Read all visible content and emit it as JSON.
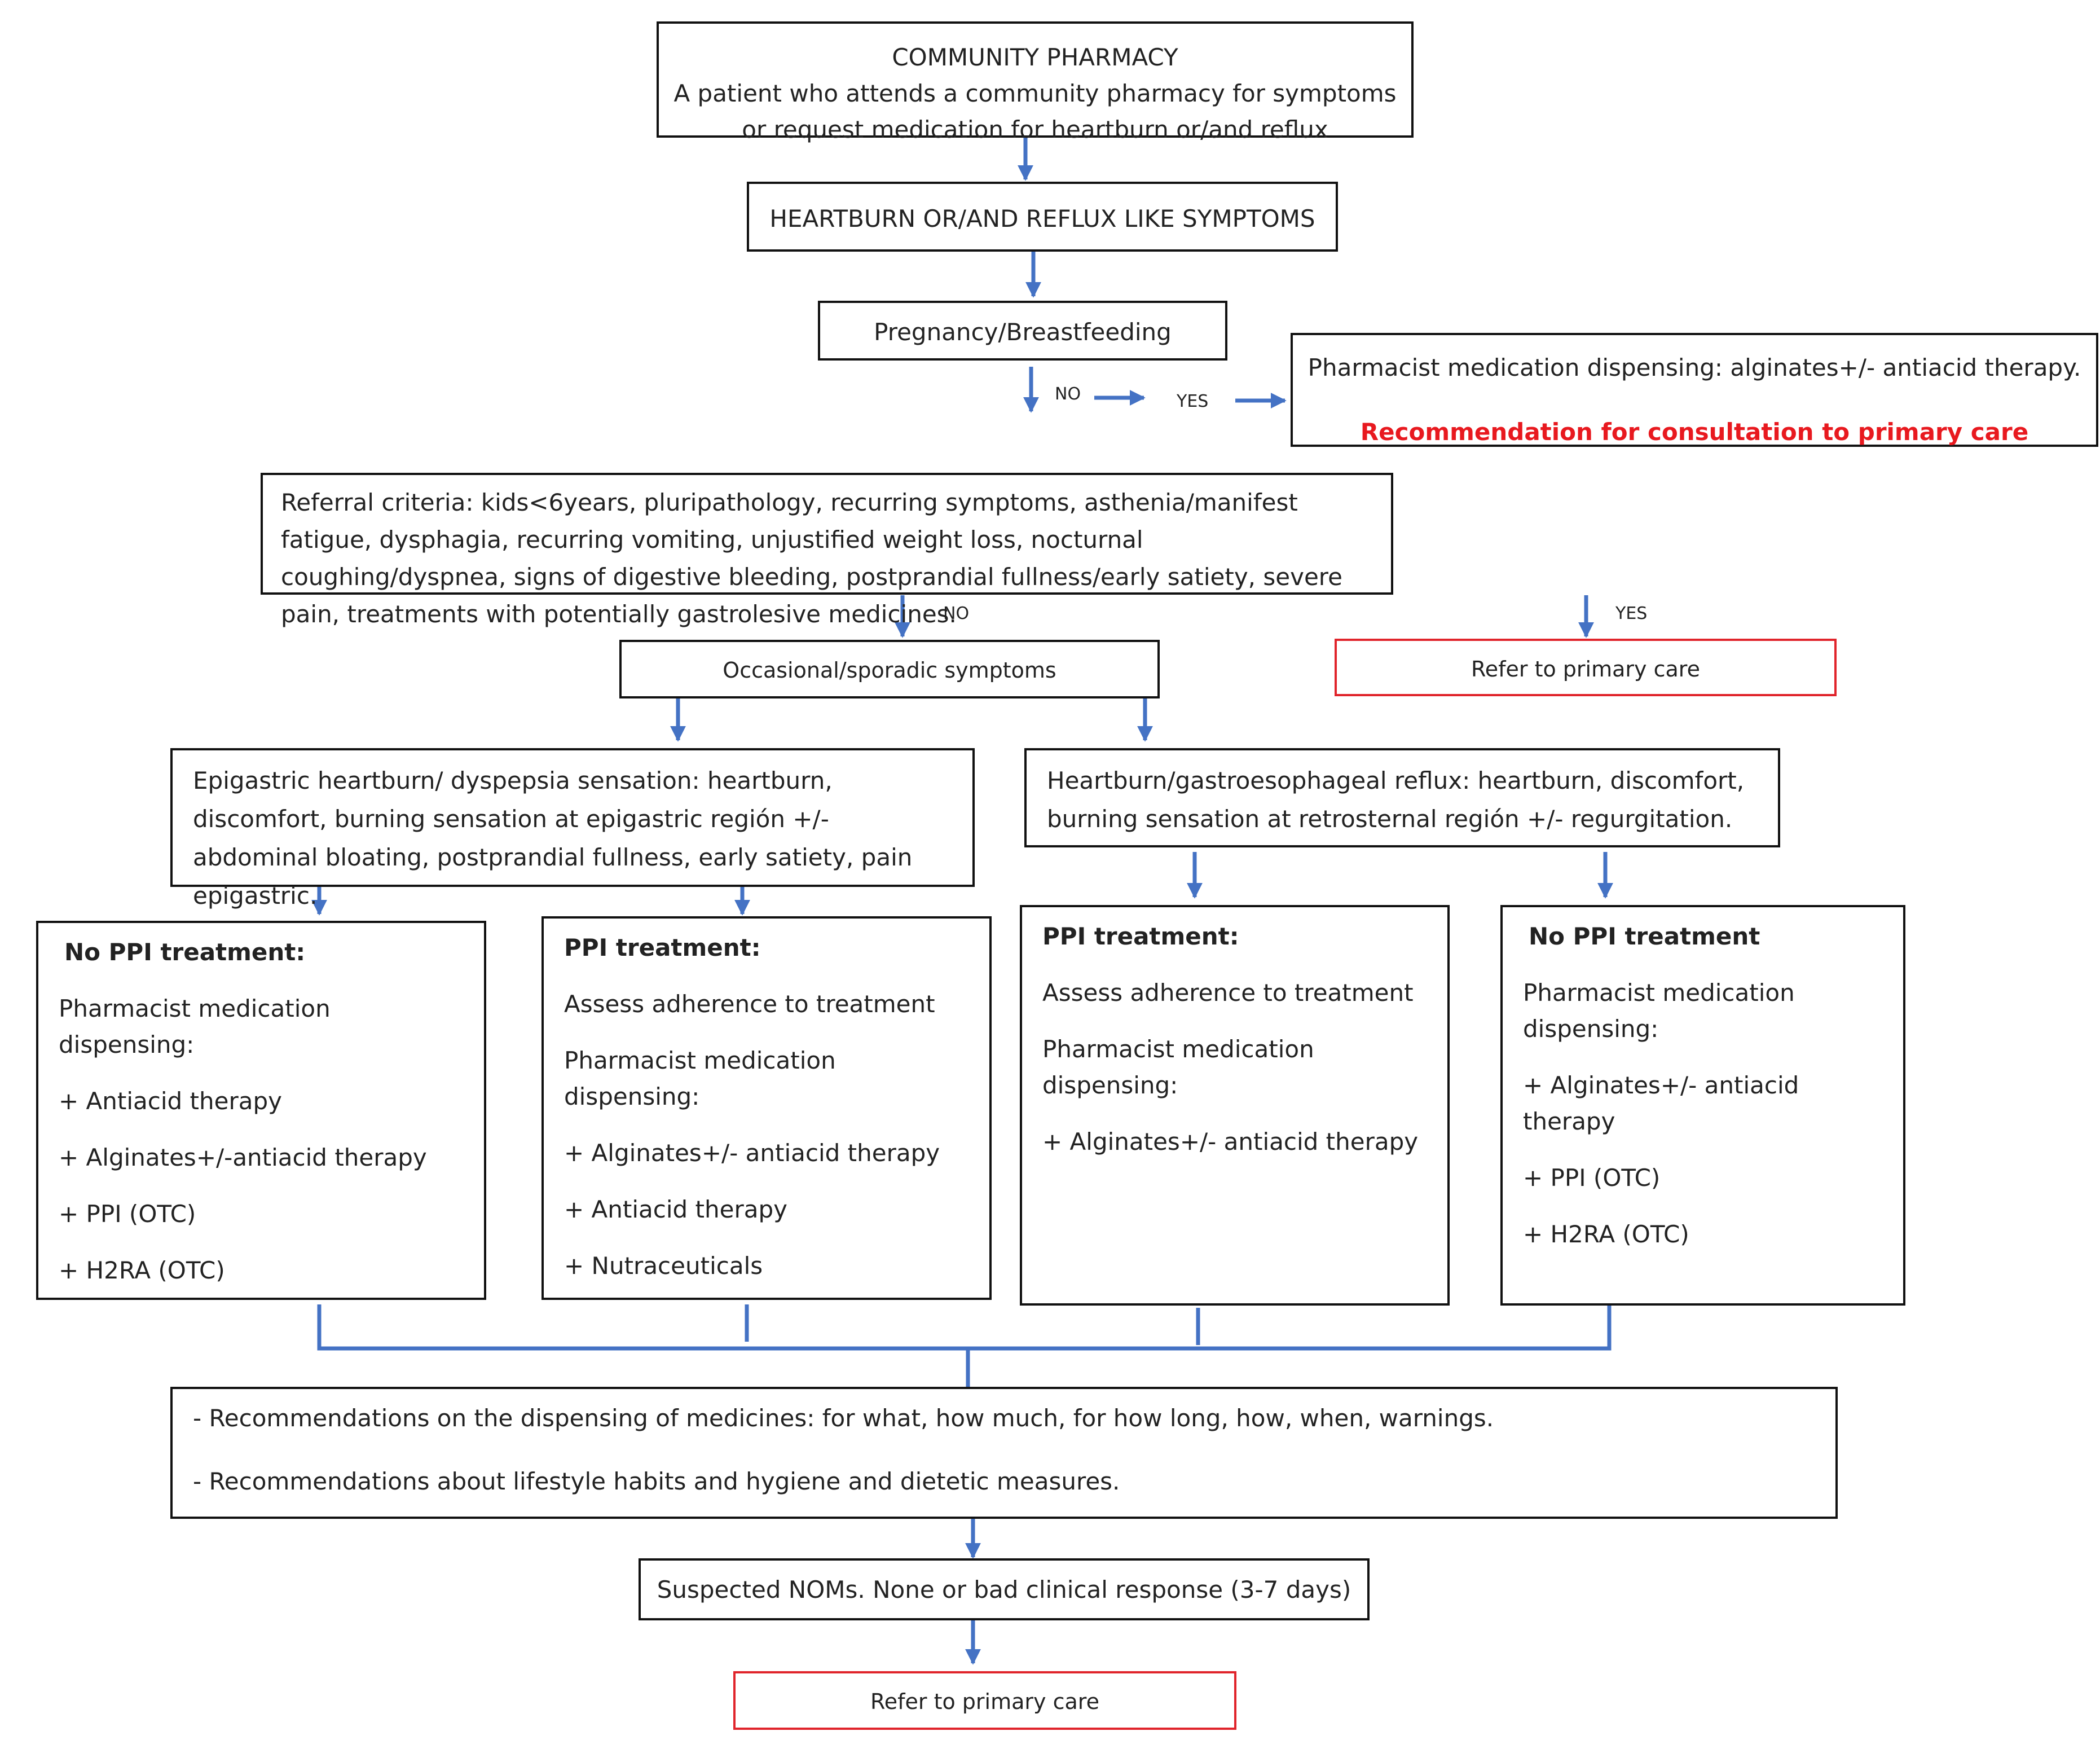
{
  "colors": {
    "arrow": "#4472c4",
    "box_border": "#111111",
    "refer_border": "#e0242b",
    "warning_text": "#e8191f"
  },
  "start": {
    "title": "COMMUNITY PHARMACY",
    "line1": "A patient who attends a community pharmacy for symptoms",
    "line2": "or request medication for heartburn or/and reflux"
  },
  "symptoms": "HEARTBURN OR/AND REFLUX LIKE SYMPTOMS",
  "pregnancy": "Pregnancy/Breastfeeding",
  "pregnancy_no": "NO",
  "pregnancy_yes": "YES",
  "pregnancy_yes_box": {
    "text": "Pharmacist medication dispensing: alginates+/- antiacid therapy.",
    "warning": "Recommendation for consultation to primary care"
  },
  "referral_criteria": "Referral criteria: kids<6years, pluripathology, recurring symptoms, asthenia/manifest fatigue, dysphagia, recurring vomiting, unjustified weight loss, nocturnal coughing/dyspnea, signs of digestive bleeding, postprandial fullness/early satiety, severe pain, treatments with potentially gastrolesive medicines.",
  "referral_no": "NO",
  "referral_yes": "YES",
  "refer_primary_1": "Refer to primary care",
  "occasional": "Occasional/sporadic symptoms",
  "epigastric": "Epigastric heartburn/ dyspepsia sensation: heartburn, discomfort, burning sensation at epigastric región +/- abdominal bloating, postprandial fullness, early satiety, pain epigastric.",
  "gerd": "Heartburn/gastroesophageal reflux: heartburn, discomfort, burning sensation at retrosternal región +/- regurgitation.",
  "box_a": {
    "title": "No PPI treatment:",
    "items": [
      "Pharmacist medication dispensing:",
      "+ Antiacid therapy",
      "+ Alginates+/-antiacid therapy",
      "+ PPI (OTC)",
      "+ H2RA (OTC)"
    ]
  },
  "box_b": {
    "title": "PPI treatment:",
    "items": [
      "Assess adherence to treatment",
      "Pharmacist medication dispensing:",
      "+ Alginates+/- antiacid therapy",
      "+ Antiacid therapy",
      "+ Nutraceuticals"
    ]
  },
  "box_c": {
    "title": "PPI treatment:",
    "items": [
      "Assess adherence to treatment",
      "Pharmacist medication dispensing:",
      "+ Alginates+/- antiacid therapy"
    ]
  },
  "box_d": {
    "title": "No PPI treatment",
    "items": [
      "Pharmacist medication dispensing:",
      "+ Alginates+/- antiacid therapy",
      "+ PPI (OTC)",
      "+ H2RA (OTC)"
    ]
  },
  "recommendations": [
    "- Recommendations on the dispensing of medicines: for what, how much, for how long, how, when, warnings.",
    "- Recommendations about lifestyle habits and  hygiene and dietetic measures."
  ],
  "suspected": "Suspected NOMs. None or bad clinical response (3-7 days)",
  "refer_primary_2": "Refer to primary care"
}
